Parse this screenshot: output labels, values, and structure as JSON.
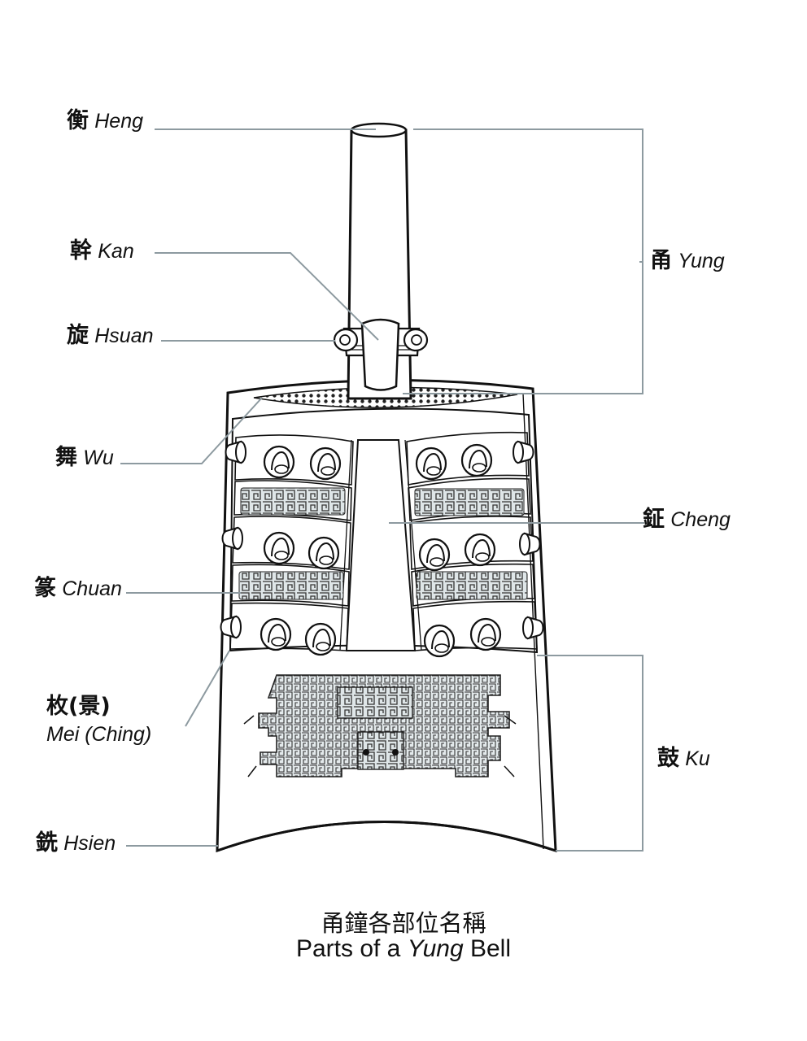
{
  "labels": {
    "heng": {
      "zh": "衡",
      "en": "Heng"
    },
    "kan": {
      "zh": "幹",
      "en": "Kan"
    },
    "hsuan": {
      "zh": "旋",
      "en": "Hsuan"
    },
    "wu": {
      "zh": "舞",
      "en": "Wu"
    },
    "chuan": {
      "zh": "篆",
      "en": "Chuan"
    },
    "mei": {
      "zh": "枚(景)",
      "en": "Mei (Ching)"
    },
    "hsien": {
      "zh": "銑",
      "en": "Hsien"
    },
    "yung": {
      "zh": "甬",
      "en": "Yung"
    },
    "cheng": {
      "zh": "鉦",
      "en": "Cheng"
    },
    "ku": {
      "zh": "鼓",
      "en": "Ku"
    }
  },
  "caption": {
    "zh": "甬鐘各部位名稱",
    "en_before": "Parts of a ",
    "en_italic": "Yung",
    "en_after": " Bell"
  }
}
